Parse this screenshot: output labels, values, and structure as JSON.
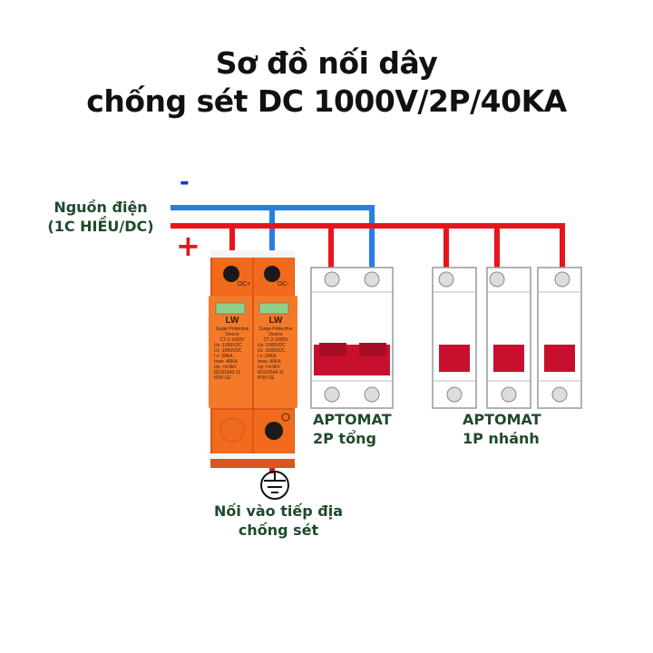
{
  "title": {
    "line1": "Sơ đồ nối dây",
    "line2": "chống sét DC 1000V/2P/40KA"
  },
  "source": {
    "line1": "Nguồn điện",
    "line2": "(1C HIỀU/DC)",
    "minus": "-",
    "plus": "+"
  },
  "spd": {
    "brand": "LW",
    "type": "Surge Protective Device",
    "model": "CT-2-1000V",
    "terminals": [
      "DC+",
      "DC-"
    ],
    "specs": [
      "Un :1000VDC",
      "Uc :1060VDC",
      "I n :20KA",
      "Imax :40KA",
      "Up :<4.0kV"
    ],
    "standard": "IEC61643-11",
    "ip": "IP20",
    "ce": "CE"
  },
  "breaker_main": {
    "line1": "APTOMAT",
    "line2": "2P tổng"
  },
  "breaker_branch": {
    "line1": "APTOMAT",
    "line2": "1P nhánh"
  },
  "ground": {
    "line1": "Nối vào tiếp địa",
    "line2": "chống sét"
  },
  "colors": {
    "positive": "#e8141b",
    "negative": "#2a7de1",
    "spd": "#f26a1b",
    "breaker_handle": "#c8102e",
    "label": "#1f4a2c"
  }
}
